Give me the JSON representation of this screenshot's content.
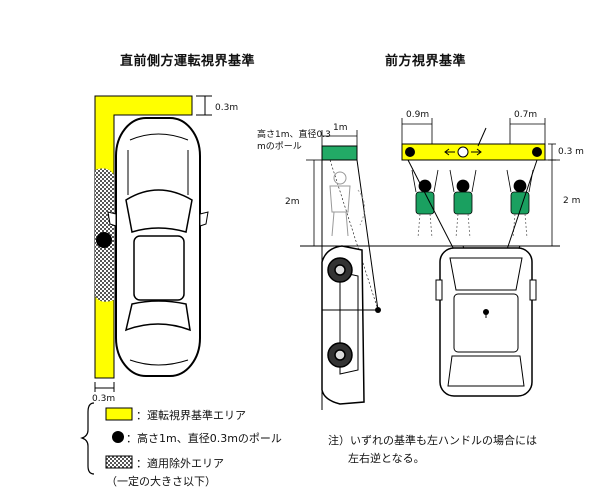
{
  "titles": {
    "left": "直前側方運転視界基準",
    "right": "前方視界基準"
  },
  "left_diagram": {
    "dim_top": "0.3m",
    "dim_bottom": "0.3m"
  },
  "right_diagram": {
    "pole_label_line1": "高さ1m、直径0.3",
    "pole_label_line2": "mのポール",
    "dim_pole_width": "1m",
    "dim_pole_height": "2m",
    "dim_left_gap": "0.9m",
    "dim_right_gap": "0.7m",
    "dim_bar_height": "0.3 m",
    "dim_front_distance": "2 m"
  },
  "legend": [
    {
      "symbol": "yellow-rect",
      "label": "：運転視界基準エリア"
    },
    {
      "symbol": "black-dot",
      "label": "：高さ1m、直径0.3mのポール"
    },
    {
      "symbol": "hatched-rect",
      "label": "：適用除外エリア"
    }
  ],
  "legend_subnote": "（一定の大きさ以下）",
  "note": {
    "line1": "注）いずれの基準も左ハンドルの場合には",
    "line2": "左右逆となる。"
  },
  "colors": {
    "area_yellow": "#ffff00",
    "pole_green": "#22aa66",
    "child_green": "#1aa060"
  }
}
